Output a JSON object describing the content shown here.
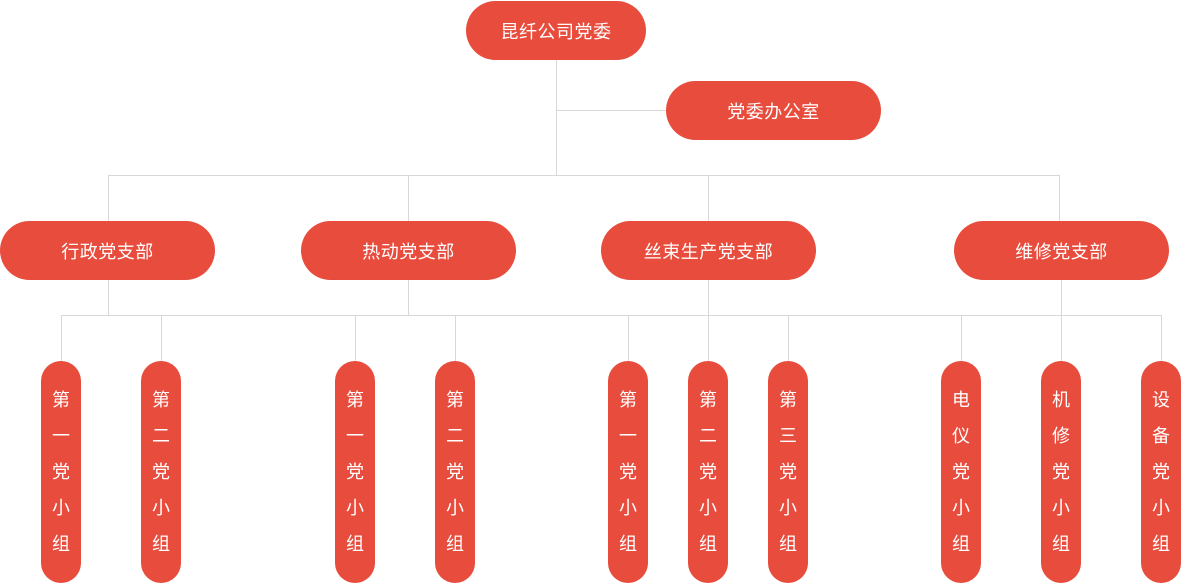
{
  "colors": {
    "node_fill": "#E84C3D",
    "node_text": "#FFFFFF",
    "connector_line": "#D8D8D8",
    "background": "#FFFFFF"
  },
  "root": {
    "label": "昆纤公司党委"
  },
  "office": {
    "label": "党委办公室"
  },
  "branches": [
    {
      "label": "行政党支部",
      "groups": [
        {
          "label": "第一党小组",
          "chars": [
            "第",
            "一",
            "党",
            "小",
            "组"
          ]
        },
        {
          "label": "第二党小组",
          "chars": [
            "第",
            "二",
            "党",
            "小",
            "组"
          ]
        }
      ]
    },
    {
      "label": "热动党支部",
      "groups": [
        {
          "label": "第一党小组",
          "chars": [
            "第",
            "一",
            "党",
            "小",
            "组"
          ]
        },
        {
          "label": "第二党小组",
          "chars": [
            "第",
            "二",
            "党",
            "小",
            "组"
          ]
        }
      ]
    },
    {
      "label": "丝束生产党支部",
      "groups": [
        {
          "label": "第一党小组",
          "chars": [
            "第",
            "一",
            "党",
            "小",
            "组"
          ]
        },
        {
          "label": "第二党小组",
          "chars": [
            "第",
            "二",
            "党",
            "小",
            "组"
          ]
        },
        {
          "label": "第三党小组",
          "chars": [
            "第",
            "三",
            "党",
            "小",
            "组"
          ]
        }
      ]
    },
    {
      "label": "维修党支部",
      "groups": [
        {
          "label": "电仪党小组",
          "chars": [
            "电",
            "仪",
            "党",
            "小",
            "组"
          ]
        },
        {
          "label": "机修党小组",
          "chars": [
            "机",
            "修",
            "党",
            "小",
            "组"
          ]
        },
        {
          "label": "设备党小组",
          "chars": [
            "设",
            "备",
            "党",
            "小",
            "组"
          ]
        }
      ]
    }
  ]
}
